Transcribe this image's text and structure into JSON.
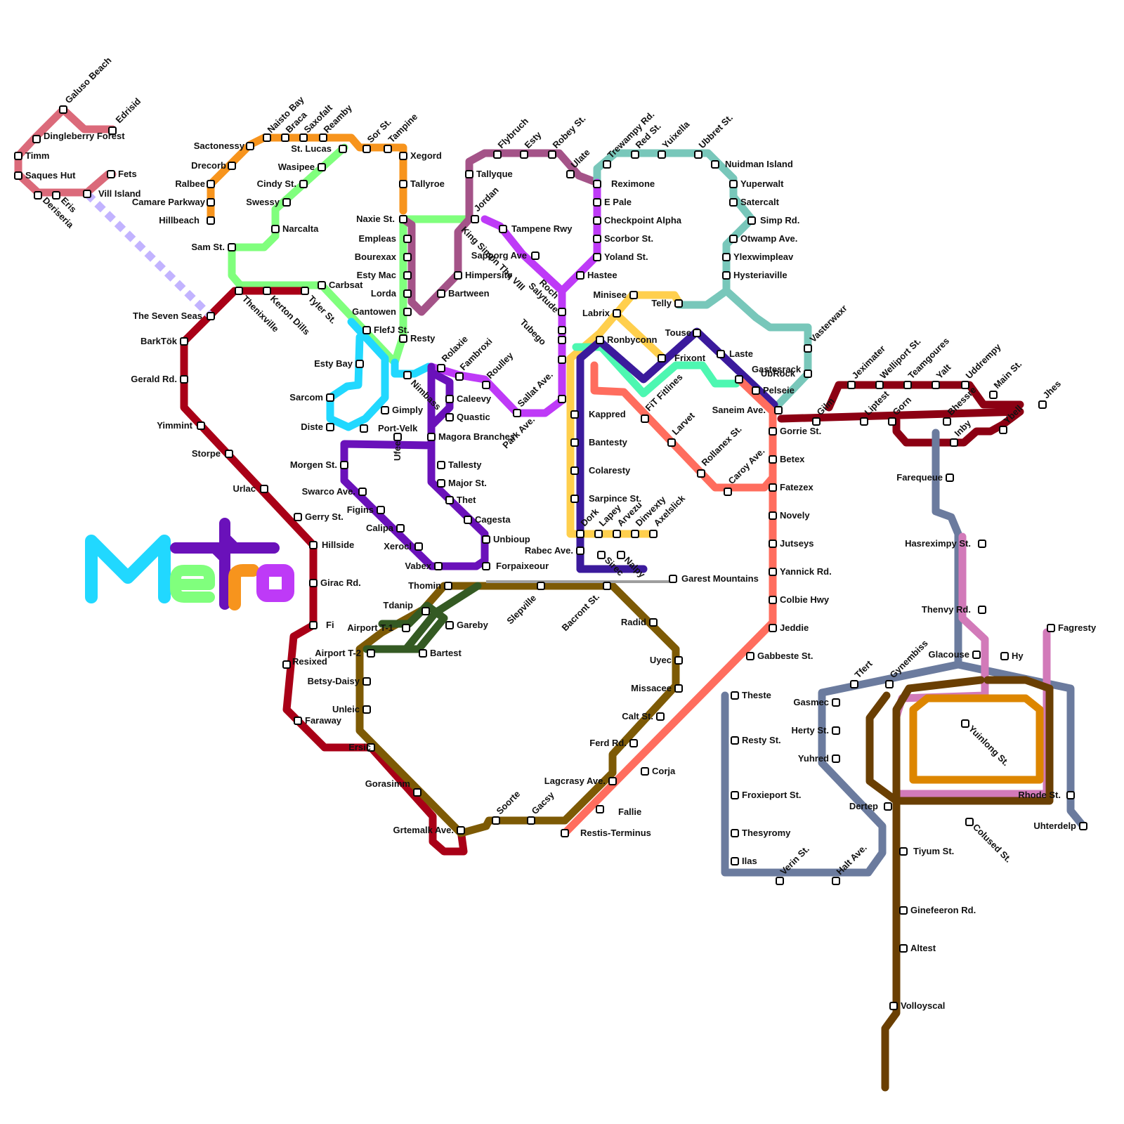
{
  "colors": {
    "pink": "#DB6A7A",
    "orange": "#F7941D",
    "lime": "#80FF7D",
    "mauve": "#A45388",
    "teal": "#78C7BA",
    "violet": "#BE3AF7",
    "purple": "#6A11BA",
    "indigo": "#3B1A9C",
    "yellow": "#FFCF4D",
    "mint": "#4DF7B1",
    "red": "#A90017",
    "crimson": "#8C0013",
    "cyan": "#21D8FF",
    "salmon": "#FF6D5E",
    "olive": "#7D5A05",
    "darkgreen": "#345A23",
    "slate": "#6B7B9E",
    "rose": "#D27AB9",
    "amber": "#DD8600",
    "brown": "#6A3F03",
    "lavender": "#C2B3FF",
    "grey": "#9E9E9E"
  },
  "logo": {
    "text": "Metro",
    "letter_colors": [
      "#21D8FF",
      "#80FF7D",
      "#6A11BA",
      "#F7941D",
      "#BE3AF7"
    ]
  },
  "stations": {
    "pink": [
      "Galuso Beach",
      "Edrisid",
      "Dingleberry Forest",
      "Timm",
      "Saques Hut",
      "Deriseria",
      "Eris",
      "Vill Island",
      "Fets"
    ],
    "orange": [
      "Sactonessy",
      "Naisto Bay",
      "Braca",
      "Saxofalt",
      "Reamby",
      "Sor St.",
      "Tampine",
      "St. Lucas",
      "Xegord",
      "Tallyroe",
      "Drecorb",
      "Ralbee",
      "Camare Parkway",
      "Hillbeach"
    ],
    "lime": [
      "Wasipee",
      "Cindy St.",
      "Swessy",
      "Narcalta",
      "Sam St.",
      "Carbsat",
      "FlefJ St.",
      "Resty",
      "Naxie St."
    ],
    "mauve_stack": [
      "Empleas",
      "Bourexax",
      "Esty Mac",
      "Lorda",
      "Gantowen"
    ],
    "mauve": [
      "Flybruch",
      "Esty",
      "Robey St.",
      "Ulate",
      "Tallyque",
      "Himpersity",
      "Bartween",
      "Jordan"
    ],
    "teal": [
      "Trewampy Rd.",
      "Red St.",
      "Yuixella",
      "Ubbret St.",
      "Nuidman Island",
      "Yuperwalt",
      "Satercalt",
      "Simp Rd.",
      "Otwamp Ave.",
      "Ylexwimpleav",
      "Hysteriaville",
      "Vasterwaxr",
      "UbRock",
      "Reximone"
    ],
    "violet": [
      "Tampene Rwy",
      "Sapporg Ave",
      "E Pale",
      "Checkpoint Alpha",
      "Scorbor St.",
      "Yoland St.",
      "Hastee",
      "Roch",
      "Salytude",
      "King Simon The VIII",
      "Tubego",
      "Sallat Ave.",
      "Park Ave.",
      "Roulley",
      "Fambroxi",
      "Rolaxie"
    ],
    "yellow": [
      "Minisee",
      "Labrix",
      "Telly",
      "Frixont",
      "Kappred",
      "Bantesty",
      "Colaresty",
      "Sarpince St.",
      "Dork",
      "Lapey",
      "Arvezu",
      "Dinvexty",
      "Axelslick"
    ],
    "indigo": [
      "Ronbyconn",
      "Touse",
      "Laste",
      "Gastesrack",
      "Pelseie",
      "Saneim Ave.",
      "Rabec Ave.",
      "Sirec",
      "Nalpy"
    ],
    "mint": [
      "FiT Fitlines"
    ],
    "salmon": [
      "Larvet",
      "Rollanex St.",
      "Caroy Ave.",
      "Gorrie St.",
      "Betex",
      "Fatezex",
      "Novely",
      "Jutseys",
      "Yannick Rd.",
      "Colbie Hwy",
      "Jeddie",
      "Gabbeste St.",
      "Corja",
      "Restis-Terminus"
    ],
    "red": [
      "The Seven Seas",
      "Thenixville",
      "Kerton Dills",
      "Tyler St.",
      "BarkTök",
      "Gerald Rd.",
      "Yimmint",
      "Storpe",
      "Urlac",
      "Gerry St.",
      "Hillside",
      "Girac Rd.",
      "Fi",
      "Resixed",
      "Faraway",
      "Ersic",
      "Gorasimm",
      "Grtemalk Ave."
    ],
    "cyan": [
      "Esty Bay",
      "Sarcom",
      "Diste",
      "Gimply",
      "Nimbass"
    ],
    "purple": [
      "Port-Velk",
      "Ufee",
      "Magora Branches",
      "Caleevy",
      "Quastic",
      "Tallesty",
      "Major St.",
      "Thet",
      "Cagesta",
      "Unbioup",
      "Morgen St.",
      "Swarco Ave.",
      "Figins",
      "Calipa",
      "Xerocl",
      "Vabex",
      "Forpaixeour"
    ],
    "grey": [
      "Garest Mountains"
    ],
    "olive": [
      "Thomin",
      "Slepville",
      "Bacront St.",
      "Radid",
      "Uyec",
      "Missacee",
      "Calt St.",
      "Ferd Rd.",
      "Lagcrasy Ave.",
      "Fallie",
      "Gacsy",
      "Soorte",
      "Betsy-Daisy",
      "Unleic",
      "Airport T-2"
    ],
    "darkgreen": [
      "Tdanip",
      "Airport T-1",
      "Gareby",
      "Bartest"
    ],
    "crimson": [
      "Jeximater",
      "Welliport St.",
      "Teamgoures",
      "Yalt",
      "Uddrempy",
      "Main St.",
      "Jhes",
      "Gilm",
      "Liptest",
      "Gorn",
      "Bhessre",
      "Inby",
      "Ybell"
    ],
    "slate": [
      "Farequeue",
      "Hasreximpy St.",
      "Thenvy Rd.",
      "Glacouse",
      "Tfert",
      "Gynembiss",
      "Gasmec",
      "Herty St.",
      "Yuhred",
      "Dertep",
      "Theste",
      "Resty St.",
      "Froxieport St.",
      "Thesyromy",
      "Ilas",
      "Verin St.",
      "Halt Ave.",
      "Uhterdelp"
    ],
    "rose": [
      "Hy",
      "Fagresty"
    ],
    "brown": [
      "Yuinlong St.",
      "Rhode St.",
      "Colused St.",
      "Tiyum St.",
      "Ginefeeron Rd.",
      "Altest",
      "Volloyscal"
    ]
  }
}
